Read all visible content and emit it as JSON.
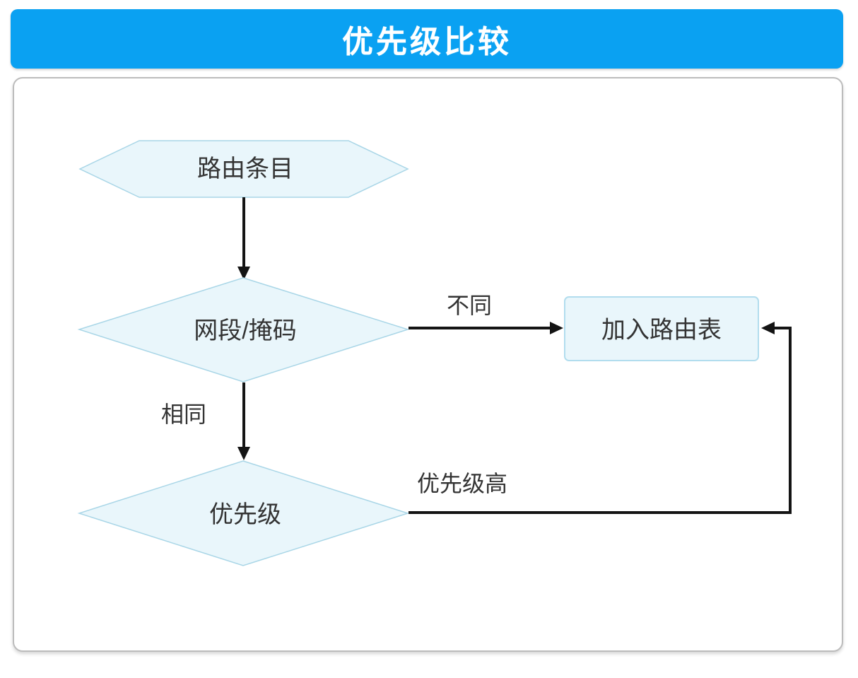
{
  "title": "优先级比较",
  "colors": {
    "title_bar": "#0aa1f2",
    "title_text": "#ffffff",
    "node_fill": "#e9f6fb",
    "node_border": "#a9d6e7",
    "line": "#141414",
    "panel_border": "#bcbcbc"
  },
  "flowchart": {
    "nodes": [
      {
        "id": "route-entry",
        "type": "hexagon",
        "label": "路由条目"
      },
      {
        "id": "segment-mask",
        "type": "diamond",
        "label": "网段/掩码"
      },
      {
        "id": "add-routing-table",
        "type": "rectangle",
        "label": "加入路由表"
      },
      {
        "id": "priority",
        "type": "diamond",
        "label": "优先级"
      }
    ],
    "edges": [
      {
        "from": "route-entry",
        "to": "segment-mask",
        "label": ""
      },
      {
        "from": "segment-mask",
        "to": "add-routing-table",
        "label": "不同"
      },
      {
        "from": "segment-mask",
        "to": "priority",
        "label": "相同"
      },
      {
        "from": "priority",
        "to": "add-routing-table",
        "label": "优先级高"
      }
    ]
  }
}
